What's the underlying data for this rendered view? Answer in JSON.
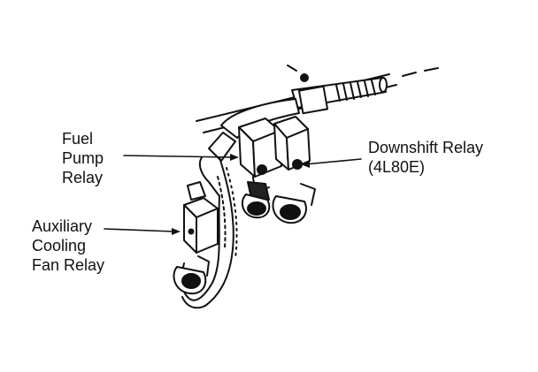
{
  "labels": {
    "fuel_pump_relay": [
      "Fuel",
      "Pump",
      "Relay"
    ],
    "auxiliary_cooling_fan_relay": [
      "Auxiliary",
      "Cooling",
      "Fan Relay"
    ],
    "downshift_relay": [
      "Downshift Relay",
      "(4L80E)"
    ]
  },
  "colors": {
    "ink": "#111111",
    "background": "#ffffff"
  }
}
